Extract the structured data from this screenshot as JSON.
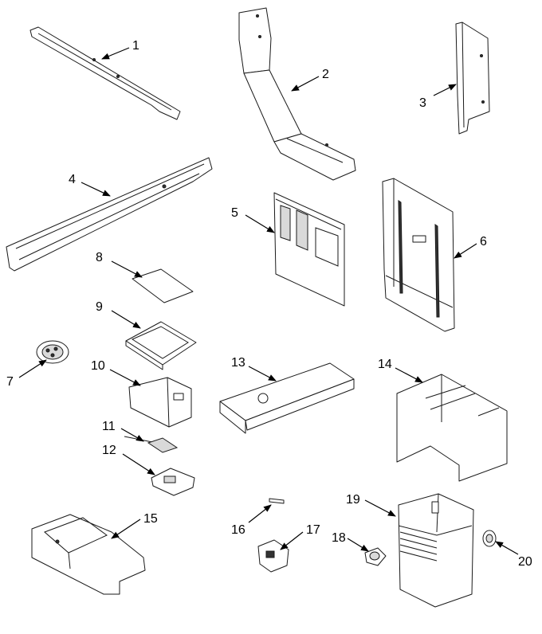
{
  "callouts": [
    "1",
    "2",
    "3",
    "4",
    "5",
    "6",
    "7",
    "8",
    "9",
    "10",
    "11",
    "12",
    "13",
    "14",
    "15",
    "16",
    "17",
    "18",
    "19",
    "20"
  ]
}
